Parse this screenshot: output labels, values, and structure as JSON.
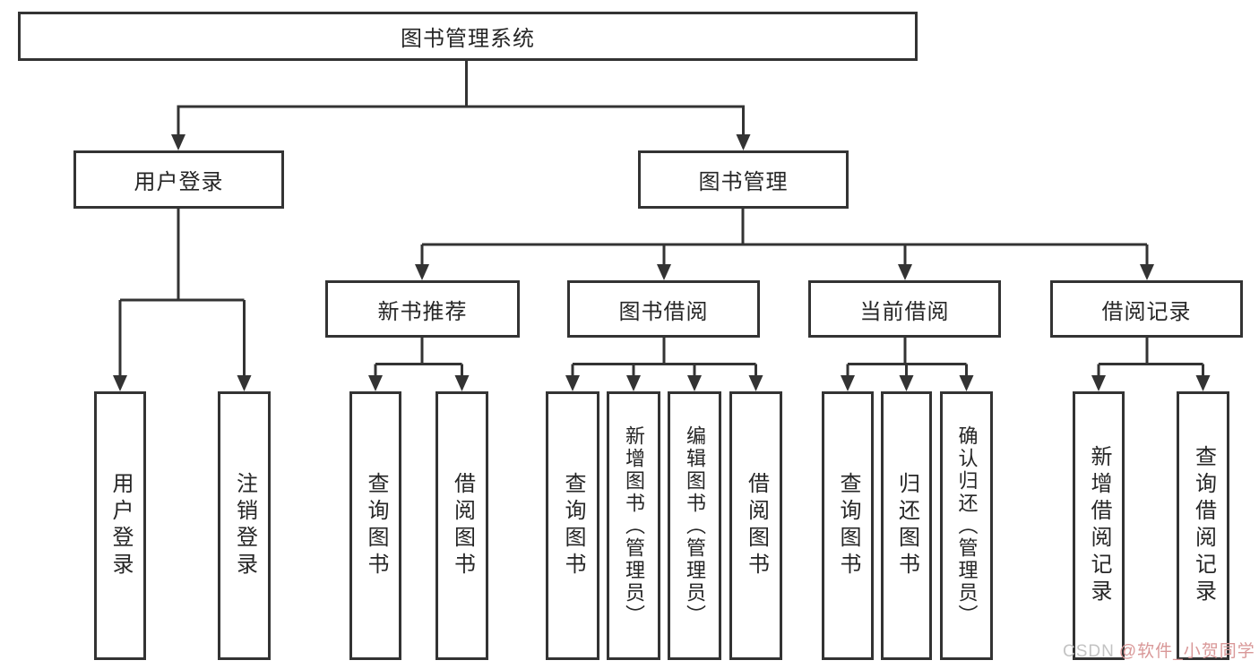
{
  "page": {
    "background_color": "#ffffff",
    "line_color": "#333333",
    "box_fill": "#ffffff",
    "text_color": "#262626",
    "watermark_brand_color": "#c3c3c3",
    "watermark_handle_color": "#d99898"
  },
  "diagram": {
    "type": "hierarchy-tree",
    "root": {
      "label": "图书管理系统"
    },
    "branches": [
      {
        "label": "用户登录",
        "children": [
          {
            "label": "用户登录"
          },
          {
            "label": "注销登录"
          }
        ]
      },
      {
        "label": "图书管理",
        "children": [
          {
            "label": "新书推荐",
            "children": [
              {
                "label": "查询图书"
              },
              {
                "label": "借阅图书"
              }
            ]
          },
          {
            "label": "图书借阅",
            "children": [
              {
                "label": "查询图书"
              },
              {
                "label": "新增图书（管理员）"
              },
              {
                "label": "编辑图书（管理员）"
              },
              {
                "label": "借阅图书"
              }
            ]
          },
          {
            "label": "当前借阅",
            "children": [
              {
                "label": "查询图书"
              },
              {
                "label": "归还图书"
              },
              {
                "label": "确认归还（管理员）"
              }
            ]
          },
          {
            "label": "借阅记录",
            "children": [
              {
                "label": "新增借阅记录"
              },
              {
                "label": "查询借阅记录"
              }
            ]
          }
        ]
      }
    ],
    "watermark": {
      "prefix": "CSDN",
      "handle": "@软件_小贺同学"
    }
  }
}
